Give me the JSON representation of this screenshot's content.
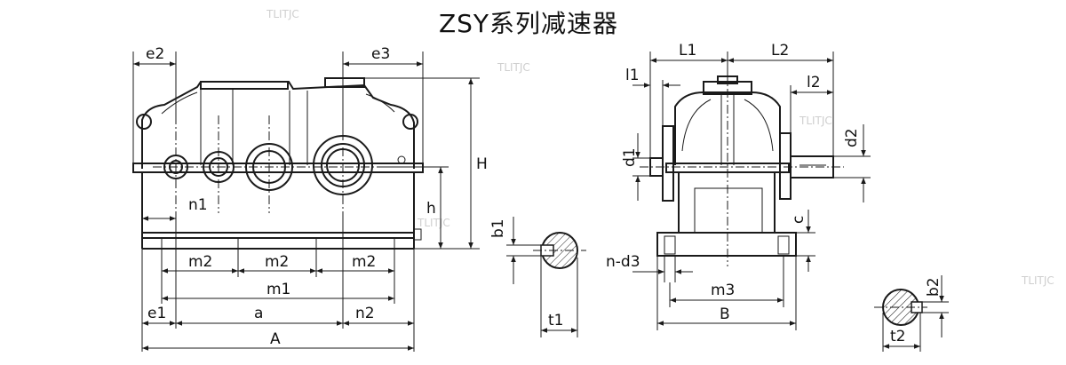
{
  "title": "ZSY系列减速器",
  "labels": {
    "e2": "e2",
    "e3": "e3",
    "H": "H",
    "h": "h",
    "n1": "n1",
    "m2_a": "m2",
    "m2_b": "m2",
    "m2_c": "m2",
    "m1": "m1",
    "e1": "e1",
    "a": "a",
    "n2": "n2",
    "A": "A",
    "b1": "b1",
    "t1": "t1",
    "L1": "L1",
    "L2": "L2",
    "l1": "l1",
    "l2": "l2",
    "d1": "d1",
    "d2": "d2",
    "c": "c",
    "nd3": "n-d3",
    "m3": "m3",
    "B": "B",
    "b2": "b2",
    "t2": "t2"
  },
  "watermark": "TLITJC"
}
